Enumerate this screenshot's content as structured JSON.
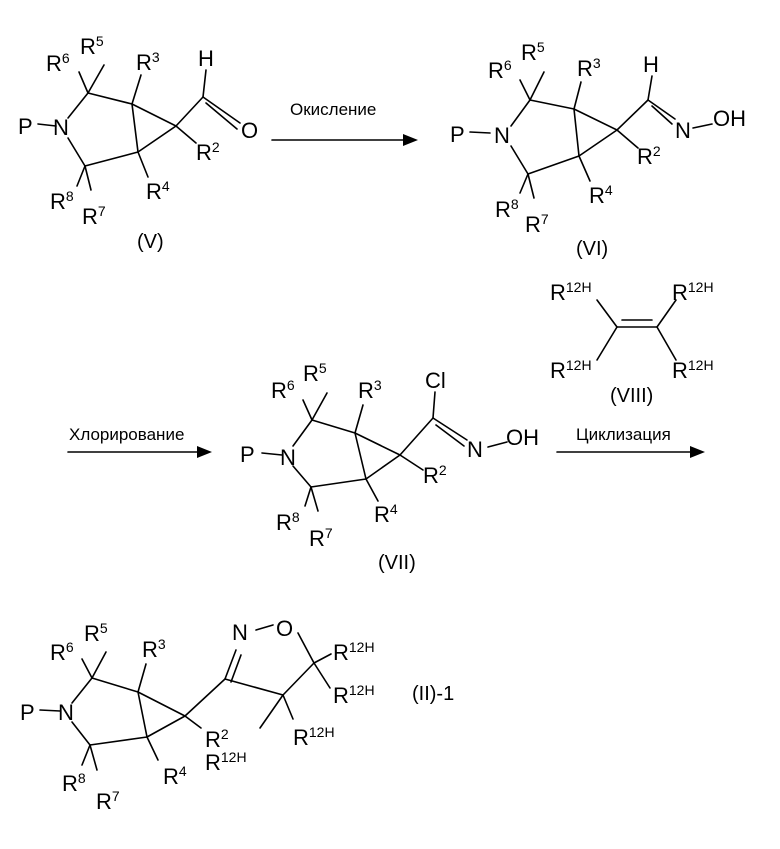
{
  "structures": {
    "V": {
      "label": "(V)",
      "atoms": {
        "P": "P",
        "N": "N",
        "O": "O",
        "H": "H"
      },
      "r2": [
        "R",
        "2"
      ],
      "r3": [
        "R",
        "3"
      ],
      "r4": [
        "R",
        "4"
      ],
      "r5": [
        "R",
        "5"
      ],
      "r6": [
        "R",
        "6"
      ],
      "r7": [
        "R",
        "7"
      ],
      "r8": [
        "R",
        "8"
      ]
    },
    "VI": {
      "label": "(VI)",
      "atoms": {
        "P": "P",
        "N": "N",
        "N2": "N",
        "OH": "OH",
        "H": "H"
      },
      "r2": [
        "R",
        "2"
      ],
      "r3": [
        "R",
        "3"
      ],
      "r4": [
        "R",
        "4"
      ],
      "r5": [
        "R",
        "5"
      ],
      "r6": [
        "R",
        "6"
      ],
      "r7": [
        "R",
        "7"
      ],
      "r8": [
        "R",
        "8"
      ]
    },
    "VII": {
      "label": "(VII)",
      "atoms": {
        "P": "P",
        "N": "N",
        "N2": "N",
        "OH": "OH",
        "Cl": "Cl"
      },
      "r2": [
        "R",
        "2"
      ],
      "r3": [
        "R",
        "3"
      ],
      "r4": [
        "R",
        "4"
      ],
      "r5": [
        "R",
        "5"
      ],
      "r6": [
        "R",
        "6"
      ],
      "r7": [
        "R",
        "7"
      ],
      "r8": [
        "R",
        "8"
      ]
    },
    "VIII": {
      "label": "(VIII)",
      "r12h": [
        "R",
        "12H"
      ]
    },
    "II1": {
      "label": "(II)-1",
      "atoms": {
        "P": "P",
        "N": "N",
        "Ni": "N",
        "O": "O"
      },
      "r2": [
        "R",
        "2"
      ],
      "r3": [
        "R",
        "3"
      ],
      "r4": [
        "R",
        "4"
      ],
      "r5": [
        "R",
        "5"
      ],
      "r6": [
        "R",
        "6"
      ],
      "r7": [
        "R",
        "7"
      ],
      "r8": [
        "R",
        "8"
      ],
      "r12h": [
        "R",
        "12H"
      ]
    }
  },
  "arrows": {
    "oxidation": "Окисление",
    "chlorination": "Хлорирование",
    "cyclization": "Циклизация"
  }
}
